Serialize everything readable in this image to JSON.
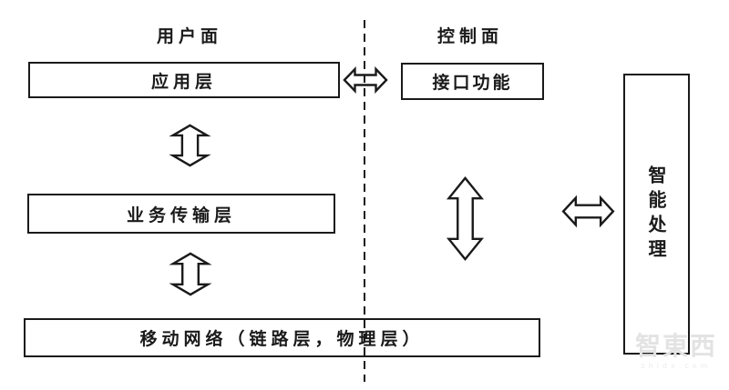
{
  "diagram": {
    "planes": {
      "user_plane_label": "用户面",
      "control_plane_label": "控制面"
    },
    "boxes": {
      "application_layer": "应用层",
      "interface_function": "接口功能",
      "service_transport_layer": "业务传输层",
      "mobile_network": "移动网络（链路层，物理层）",
      "intelligent_processing": "智能处理"
    },
    "icons": {
      "double_arrow_horizontal": "⇔",
      "double_arrow_vertical": "⇕"
    },
    "divider": {
      "style": "dashed-vertical-line"
    },
    "watermark": {
      "logo_text": "智東西",
      "domain_text": "zhidx.com"
    },
    "colors": {
      "line": "#1a1a1a",
      "background": "#ffffff",
      "watermark": "#e3e3e3"
    }
  }
}
